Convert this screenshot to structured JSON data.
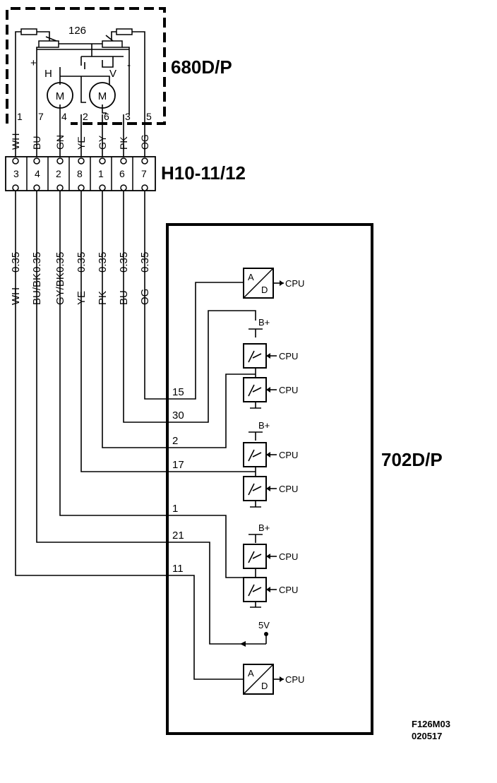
{
  "actuator": {
    "id": "680D/P",
    "number": "126",
    "motor_h_label": "H",
    "motor_v_label": "V",
    "motor_symbol": "M",
    "plus": "+",
    "minus": "-",
    "pins": [
      "1",
      "7",
      "4",
      "2",
      "6",
      "3",
      "5"
    ],
    "wire_colors": [
      "WH",
      "BU",
      "GN",
      "YE",
      "GY",
      "PK",
      "OG"
    ]
  },
  "connector": {
    "id": "H10-11/12",
    "pins": [
      "3",
      "4",
      "2",
      "8",
      "1",
      "6",
      "7"
    ]
  },
  "harness": {
    "wires": [
      {
        "color": "WH",
        "size": "0.35"
      },
      {
        "color": "BU/BK",
        "size": "0.35"
      },
      {
        "color": "GY/BK",
        "size": "0.35"
      },
      {
        "color": "YE",
        "size": "0.35"
      },
      {
        "color": "PK",
        "size": "0.35"
      },
      {
        "color": "BU",
        "size": "0.35"
      },
      {
        "color": "OG",
        "size": "0.35"
      }
    ]
  },
  "control_module": {
    "id": "702D/P",
    "pins": [
      "15",
      "30",
      "2",
      "17",
      "1",
      "21",
      "11"
    ],
    "adc_a": "A",
    "adc_d": "D",
    "cpu": "CPU",
    "b_plus": "B+",
    "five_v": "5V"
  },
  "footer": {
    "code": "F126M03",
    "date": "020517"
  }
}
